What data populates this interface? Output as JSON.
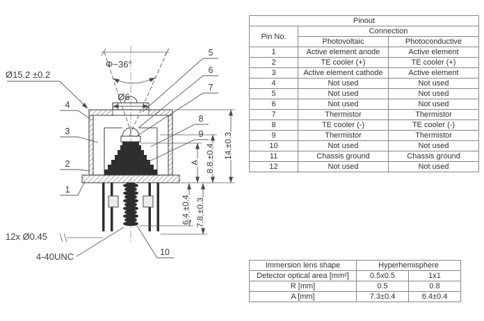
{
  "drawing": {
    "labels": {
      "dia_package": "Ø15.2 ±0.2",
      "cone_angle": "Φ~36°",
      "dia_window": "Ø6",
      "height_total": "14 ±0.3",
      "height_element": "8.8 ±0.4",
      "dim_a": "A",
      "stud_length": "6.4 ±0.4",
      "pin_length": "7.8 ±0.3",
      "pin_dia": "12x Ø0.45",
      "thread": "4-40UNC"
    },
    "callouts": [
      "1",
      "2",
      "3",
      "4",
      "5",
      "6",
      "7",
      "8",
      "9",
      "10"
    ]
  },
  "pinout_table": {
    "title": "Pinout",
    "col_pin": "Pin No.",
    "col_connection": "Connection",
    "col_photovoltaic": "Photovoltaic",
    "col_photoconductive": "Photoconductive",
    "rows": [
      {
        "pin": "1",
        "pv": "Active element anode",
        "pc": "Active element"
      },
      {
        "pin": "2",
        "pv": "TE cooler (+)",
        "pc": "TE cooler (+)"
      },
      {
        "pin": "3",
        "pv": "Active element cathode",
        "pc": "Active element"
      },
      {
        "pin": "4",
        "pv": "Not used",
        "pc": "Not used"
      },
      {
        "pin": "5",
        "pv": "Not used",
        "pc": "Not used"
      },
      {
        "pin": "6",
        "pv": "Not used",
        "pc": "Not used"
      },
      {
        "pin": "7",
        "pv": "Thermistor",
        "pc": "Thermistor"
      },
      {
        "pin": "8",
        "pv": "TE cooler (-)",
        "pc": "TE cooler (-)"
      },
      {
        "pin": "9",
        "pv": "Thermistor",
        "pc": "Thermistor"
      },
      {
        "pin": "10",
        "pv": "Not used",
        "pc": "Not used"
      },
      {
        "pin": "11",
        "pv": "Chassis ground",
        "pc": "Chassis ground"
      },
      {
        "pin": "12",
        "pv": "Not used",
        "pc": "Not used"
      }
    ]
  },
  "lens_table": {
    "col_shape": "Immersion lens shape",
    "col_type": "Hyperhemisphere",
    "rows": [
      {
        "label": "Detector optical area [mm²]",
        "v1": "0.5x0.5",
        "v2": "1x1"
      },
      {
        "label": "R [mm]",
        "v1": "0.5",
        "v2": "0.8"
      },
      {
        "label": "A [mm]",
        "v1": "7.3±0.4",
        "v2": "6.4±0.4"
      }
    ]
  }
}
